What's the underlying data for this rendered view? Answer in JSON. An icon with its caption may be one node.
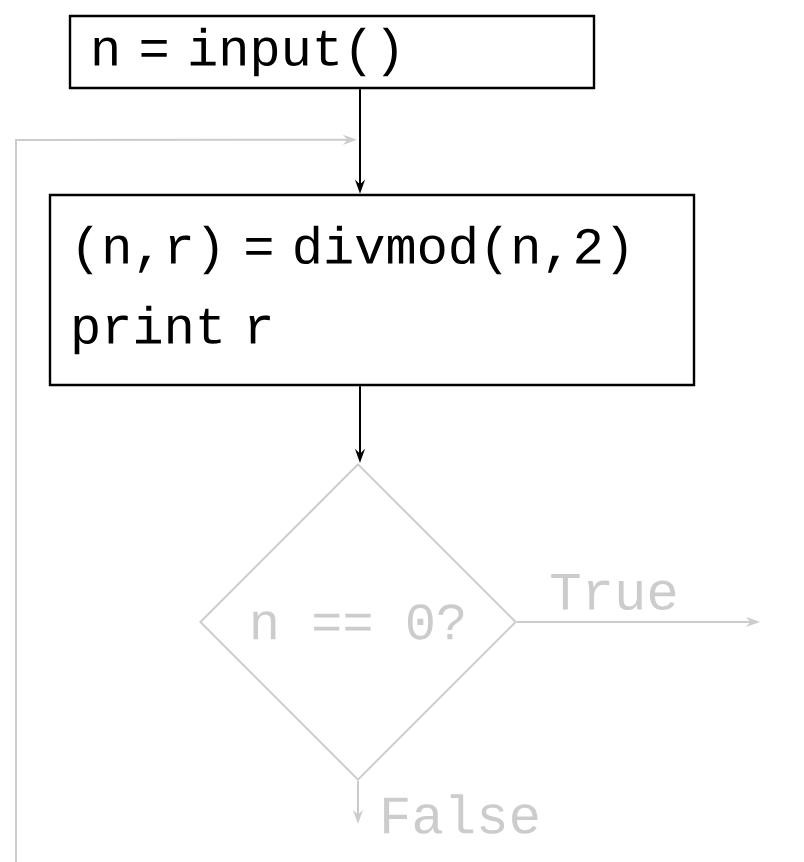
{
  "diagram": {
    "nodes": [
      {
        "text": [
          "n = input()"
        ]
      },
      {
        "text": [
          "(n,r) = divmod(n,2)",
          "print r"
        ]
      },
      {
        "text": [
          "n == 0?"
        ]
      }
    ],
    "edges": [
      {
        "from": 0,
        "to": 1,
        "arrow": "to",
        "color": "#000000"
      },
      {
        "from": 1,
        "to": 2,
        "arrow": "to",
        "color": "#000000"
      },
      {
        "from": 2,
        "to": null,
        "arrow": "to",
        "label": "True",
        "color": "#cccccc"
      },
      {
        "from": 2,
        "to": null,
        "arrow": "to",
        "label": "False",
        "color": "#cccccc"
      },
      {
        "from": null,
        "to": 1,
        "arrow": "to",
        "color": "#cccccc"
      }
    ]
  }
}
